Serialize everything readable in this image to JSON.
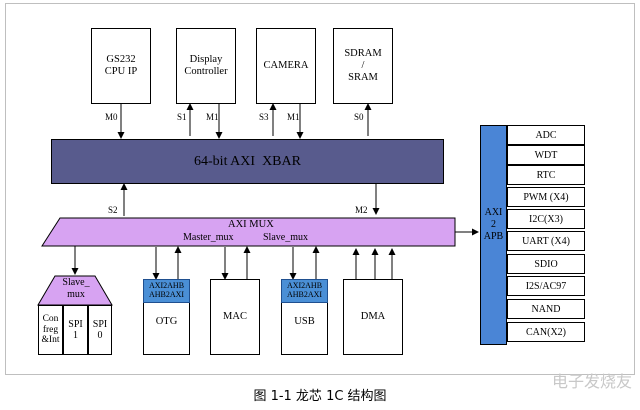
{
  "top_modules": [
    {
      "label": "GS232\nCPU IP"
    },
    {
      "label": "Display\nController"
    },
    {
      "label": "CAMERA"
    },
    {
      "label": "SDRAM\n/\nSRAM"
    }
  ],
  "port_labels": {
    "m0": "M0",
    "s1": "S1",
    "m1a": "M1",
    "s3": "S3",
    "m1b": "M1",
    "s0": "S0",
    "s2": "S2",
    "m2": "M2"
  },
  "xbar": {
    "label": "64-bit AXI  XBAR"
  },
  "axi_mux": {
    "title": "AXI MUX",
    "master": "Master_mux",
    "slave": "Slave_mux"
  },
  "axi2apb": {
    "label": "AXI\n2\nAPB"
  },
  "apb_items": [
    "ADC",
    "WDT",
    "RTC",
    "PWM (X4)",
    "I2C(X3)",
    "UART (X4)",
    "SDIO",
    "I2S/AC97",
    "NAND",
    "CAN(X2)"
  ],
  "slave_mux": {
    "title": "Slave_\nmux",
    "cells": [
      "Con\nfreg\n&Int",
      "SPI\n1",
      "SPI\n0"
    ]
  },
  "bottom_modules": [
    {
      "tag": "AXI2AHB\nAHB2AXI",
      "label": "OTG"
    },
    {
      "tag": "",
      "label": "MAC"
    },
    {
      "tag": "AXI2AHB\nAHB2AXI",
      "label": "USB"
    },
    {
      "tag": "",
      "label": "DMA"
    }
  ],
  "caption": "图 1-1 龙芯 1C 结构图",
  "watermark": "电子发烧友",
  "colors": {
    "xbar": "#585b8d",
    "mux": "#d7a3f2",
    "apb": "#4a85d6",
    "tag": "#4a8fd6"
  }
}
